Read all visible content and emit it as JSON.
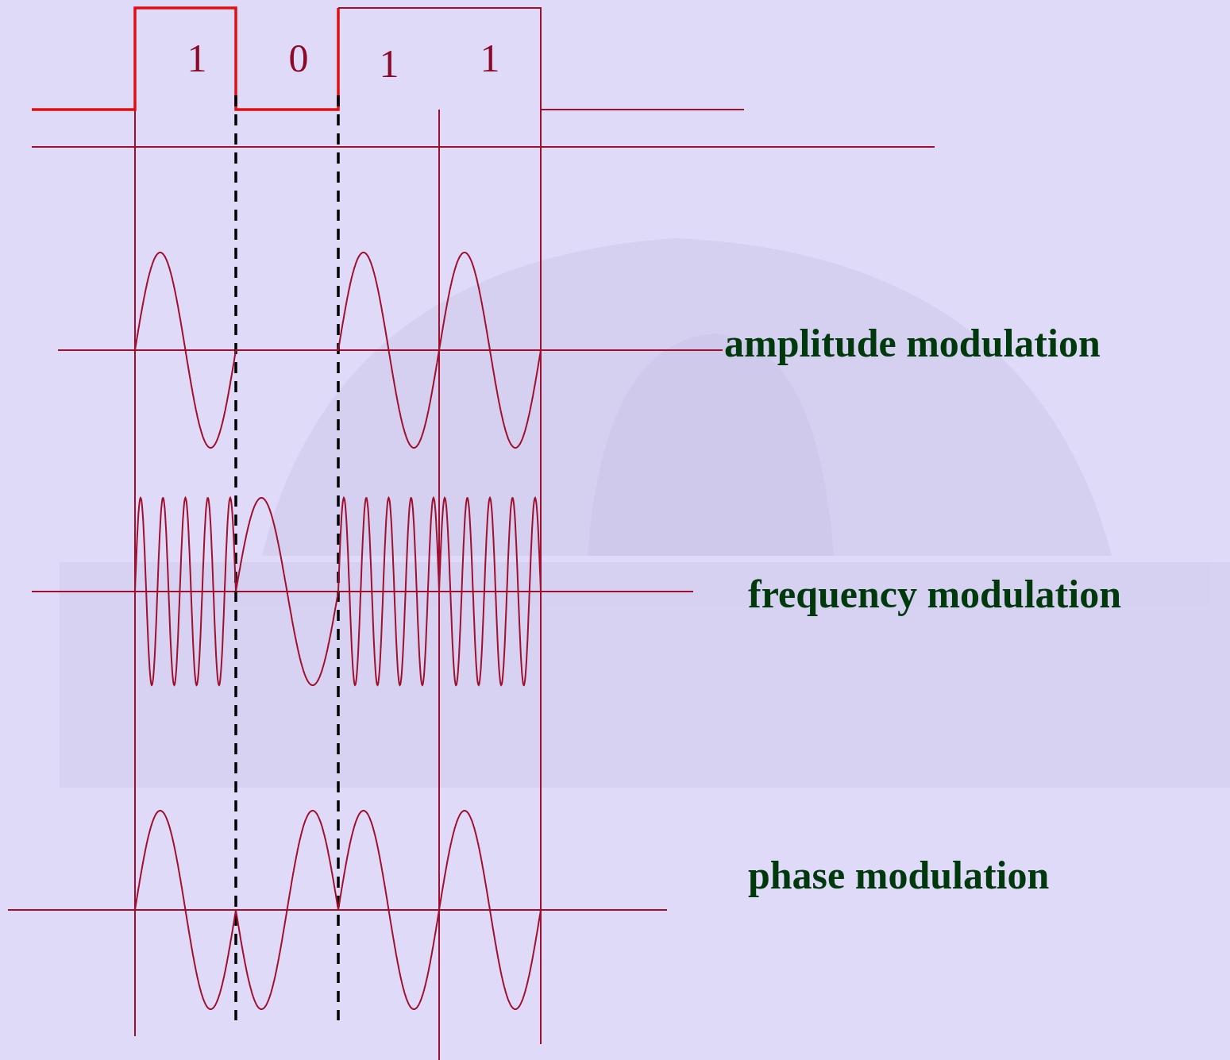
{
  "diagram": {
    "labels": [
      "1",
      "0",
      "1",
      "1",
      "amplitude modulation",
      "frequency modulation",
      "phase modulation"
    ]
  }
}
